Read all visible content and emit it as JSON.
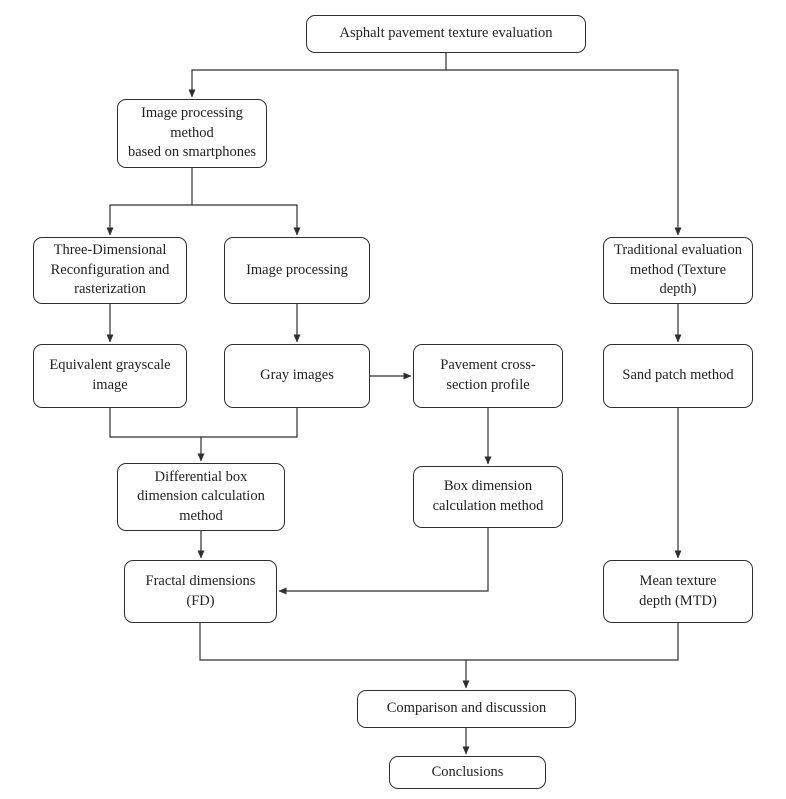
{
  "diagram": {
    "nodes": {
      "root": {
        "label": "Asphalt pavement texture evaluation"
      },
      "smartphone_method": {
        "label": "Image processing\nmethod\nbased on smartphones"
      },
      "three_dimensional": {
        "label": "Three-Dimensional\nReconfiguration and\nrasterization"
      },
      "image_processing": {
        "label": "Image processing"
      },
      "traditional": {
        "label": "Traditional evaluation\nmethod (Texture\ndepth)"
      },
      "equivalent_grayscale": {
        "label": "Equivalent grayscale\nimage"
      },
      "gray_images": {
        "label": "Gray images"
      },
      "pavement_profile": {
        "label": "Pavement cross-\nsection profile"
      },
      "sand_patch": {
        "label": "Sand patch method"
      },
      "differential_box": {
        "label": "Differential box\ndimension calculation\nmethod"
      },
      "box_dimension": {
        "label": "Box dimension\ncalculation method"
      },
      "fractal": {
        "label": "Fractal dimensions\n(FD)"
      },
      "mtd": {
        "label": "Mean texture\ndepth (MTD)"
      },
      "comparison": {
        "label": "Comparison and discussion"
      },
      "conclusions": {
        "label": "Conclusions"
      }
    },
    "colors": {
      "line": "#2f2f2f",
      "border": "#2f2f2f",
      "text": "#1f1f1f",
      "background": "#ffffff"
    }
  }
}
